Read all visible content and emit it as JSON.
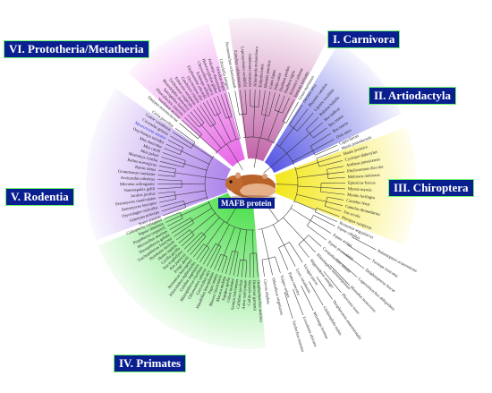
{
  "center_label": "MAFB protein",
  "groups": [
    {
      "id": "carnivora",
      "label": "I. Carnivora",
      "color": "#a0107a",
      "taxa": [
        "Neomonachus schauinslandi",
        "Zalophus californianus",
        "Leptonychotes weddellii",
        "Odobenus rosmarus",
        "Ailuropoda melanoleuca",
        "Enhydra lutris",
        "Mustela putorius",
        "Canis lupus",
        "Felis catus",
        "Panthera pardus",
        "Panthera tigris",
        "Acinonyx jubatus",
        "Suricata suricatta",
        "Ursus maritimus"
      ]
    },
    {
      "id": "artiodactyla",
      "label": "II. Artiodactyla",
      "color": "#3a3ae0",
      "taxa": [
        "Orcinus orca",
        "Physeter catodon",
        "Lipotes vexillifer",
        "Bubalus bubalis",
        "Bos indicus",
        "Bos mutus",
        "Bos taurus",
        "Ovis aries",
        "Capra hircus"
      ]
    },
    {
      "id": "chiroptera",
      "label": "III. Chiroptera",
      "color": "#f2e400",
      "taxa": [
        "Manis pentadactyla",
        "Manis javanica",
        "Cyclopes didactylus",
        "Artibeus jamaicensis",
        "Phyllostomus discolor",
        "Molossus molossus",
        "Eptesicus fuscus",
        "Myotis myotis",
        "Myotis lucifugus",
        "Camelus ferus",
        "Camelus dromedarius",
        "Sus scrofa",
        "Pteropus vampyrus",
        "Rousettus aegyptiacus"
      ]
    },
    {
      "id": "primates",
      "label": "IV. Primates",
      "color": "#19d619",
      "taxa": [
        "Ornithorhynchus anatinus",
        "Otolemur garnettii",
        "Carlito syrichta",
        "Aotus nancymaae",
        "Callithrix jacchus",
        "Saimiri boliviensis",
        "Cebus imitator",
        "Sapajus apella",
        "Macaca mulatta",
        "Macaca fascicularis",
        "Papio anubis",
        "Mandrillus leucophaeus",
        "Cercocebus atys",
        "Chlorocebus sabaeus",
        "Rhinopithecus roxellana",
        "Colobus angolensis",
        "Piliocolobus tephrosceles",
        "Nomascus leucogenys",
        "Pongo abelii",
        "Pan paniscus",
        "Pan troglodytes",
        "Gorilla gorilla",
        "Homo sapiens",
        "Hylobates moloch",
        "Trachypithecus francoisi",
        "Theropithecus gelada",
        "Microcebus murinus",
        "Propithecus coquereli",
        "Tupaia chinensis",
        "Galeopterus variegatus"
      ]
    },
    {
      "id": "rodentia",
      "label": "V. Rodentia",
      "color": "#9a66e6",
      "taxa": [
        "Sorex araneus",
        "Ochotona princeps",
        "Oryctolagus cuniculus",
        "Peromyscus leucopus",
        "Peromyscus maniculatus",
        "Jaculus jaculus",
        "Nannospalax galili",
        "Microtus ochrogaster",
        "Arvicanthis niloticus",
        "Grammomys surdaster",
        "Rattus rattus",
        "Rattus norvegicus",
        "Mastomys coucha",
        "Mus pahari",
        "Mus caroli",
        "Mus musculus",
        "Onychomys torridus",
        "Mesocricetus auratus",
        "Cricetulus griseus",
        "Castor canadensis",
        "Cavia porcellus"
      ]
    },
    {
      "id": "prototheria",
      "label": "VI. Prototheria/Metatheria",
      "color": "#e033e0",
      "taxa": [
        "Dasypus novemcinctus",
        "Vombatus ursinus",
        "Phascolarctos cinereus",
        "Sarcophilus harrisii",
        "Monodelphis domestica",
        "Trichosurus vulpecula",
        "Erinaceus europaeus",
        "Condylura cristata",
        "Orycteropus afer",
        "Elephantulus edwardii",
        "Echinops telfairi",
        "Chrysochloris asiatica",
        "Heterocephalus glaber",
        "Fukomys damarensis",
        "Octodon degus",
        "Chinchilla lanigera"
      ]
    }
  ],
  "other_taxa": [
    "Equus caballus",
    "Equus asinus",
    "Equus przewalskii",
    "Ceratotherium simum",
    "Rhinolophus ferrumequinum",
    "Hipposideros armiger",
    "Vicugna pacos",
    "Lynx canadensis",
    "Puma concolor",
    "Vulpes vulpes",
    "Odocoileus virginianus",
    "Cervus elaphus",
    "Balaenoptera acutorostrata",
    "Tursiops truncatus",
    "Delphinapterus leucas",
    "Lagenorhynchus obliquidens",
    "Monodon monoceros",
    "Phocoena sinus",
    "Neophocaena asiaeorientalis",
    "Globicephala melas",
    "Mirounga leonina",
    "Loxodonta africana",
    "Trichechus manatus"
  ],
  "highlight_taxon": "Mesocricetus auratus"
}
